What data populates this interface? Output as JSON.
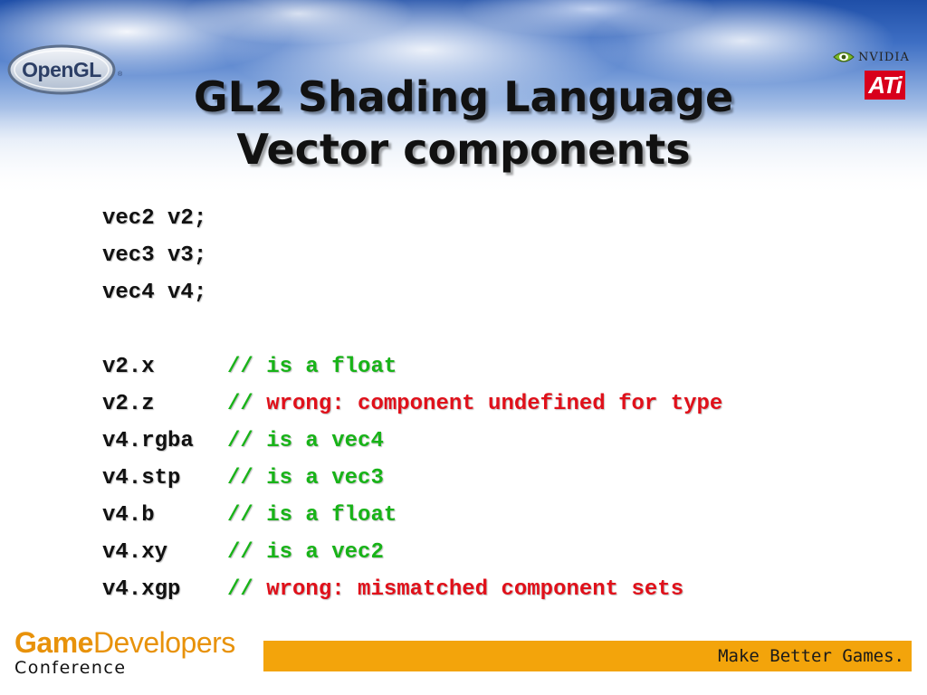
{
  "header": {
    "title_line1": "GL2 Shading Language",
    "title_line2": "Vector components"
  },
  "logos": {
    "opengl": "OpenGL",
    "nvidia": "NVIDIA",
    "ati": "ATi"
  },
  "declarations": [
    "vec2 v2;",
    "vec3 v3;",
    "vec4 v4;"
  ],
  "swizzles": [
    {
      "expr": "v2.x",
      "slashes": "//",
      "comment": "is a float",
      "valid": true
    },
    {
      "expr": "v2.z",
      "slashes": "//",
      "comment": "wrong: component undefined for type",
      "valid": false
    },
    {
      "expr": "v4.rgba",
      "slashes": "//",
      "comment": "is a vec4",
      "valid": true
    },
    {
      "expr": "v4.stp",
      "slashes": "//",
      "comment": "is a vec3",
      "valid": true
    },
    {
      "expr": "v4.b",
      "slashes": "//",
      "comment": "is a float",
      "valid": true
    },
    {
      "expr": "v4.xy",
      "slashes": "//",
      "comment": "is a vec2",
      "valid": true
    },
    {
      "expr": "v4.xgp",
      "slashes": "//",
      "comment": "wrong: mismatched component sets",
      "valid": false
    }
  ],
  "footer": {
    "gdc_game": "Game",
    "gdc_developers": "Developers",
    "gdc_conference": "Conference",
    "tagline": "Make Better Games."
  },
  "colors": {
    "ok_comment": "#18b318",
    "error_comment": "#e0101a",
    "footer_bar": "#f3a40b",
    "gdc_orange": "#e8920a"
  }
}
